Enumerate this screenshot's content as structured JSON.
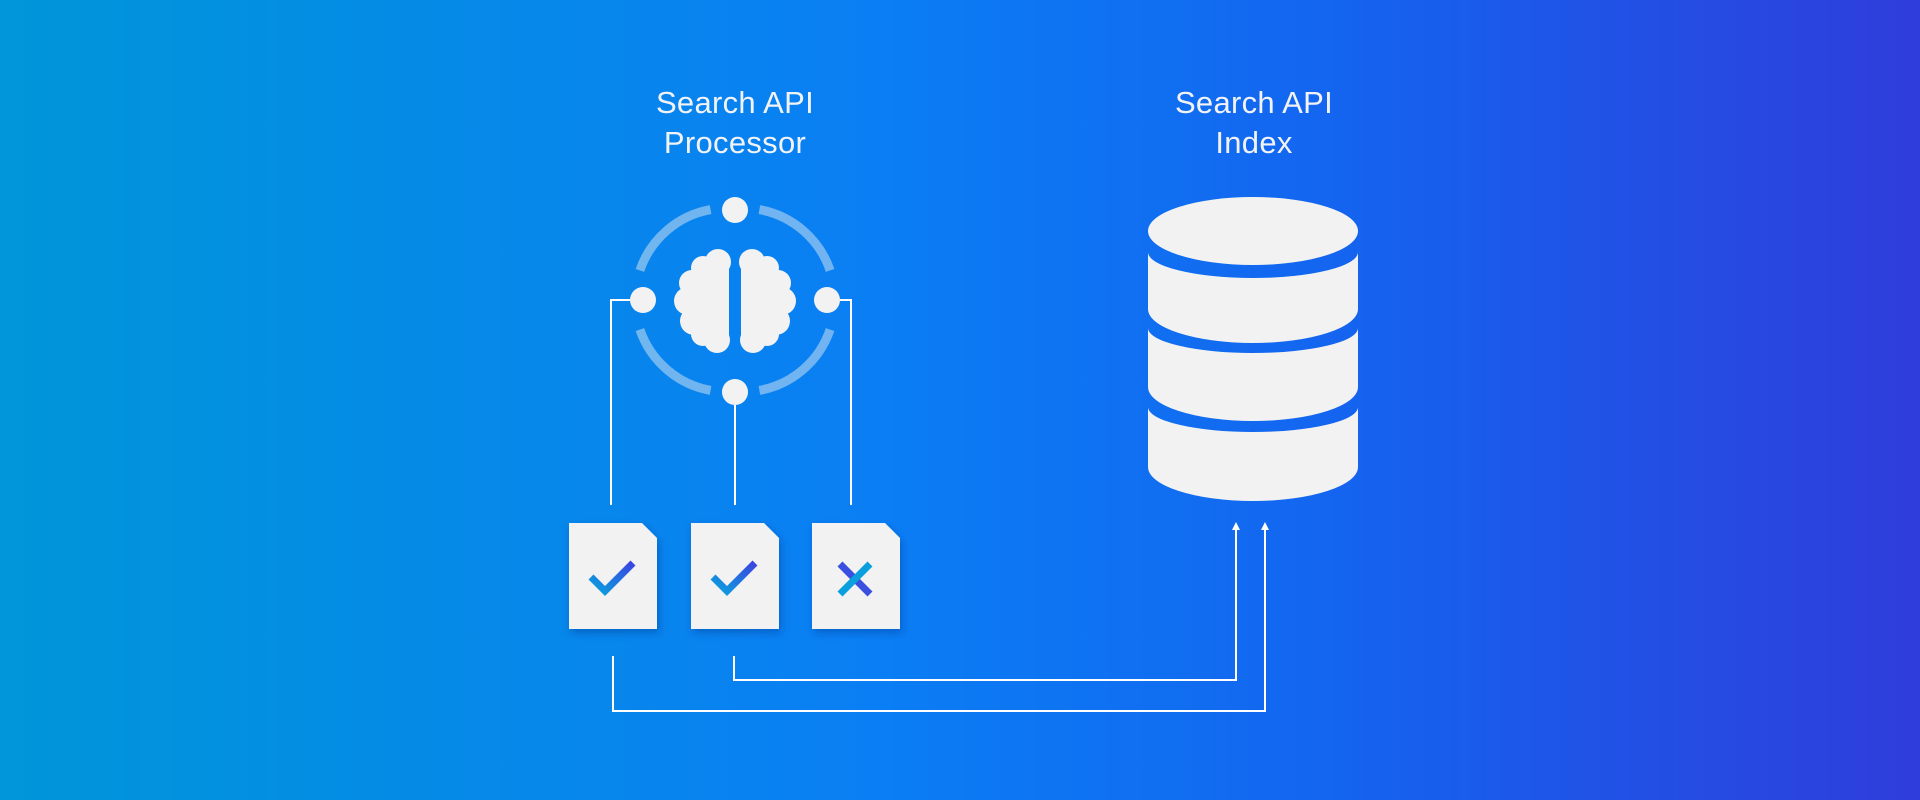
{
  "processor": {
    "title_line1": "Search API",
    "title_line2": "Processor",
    "icon": "brain-icon"
  },
  "index": {
    "title_line1": "Search API",
    "title_line2": "Index",
    "icon": "database-icon"
  },
  "documents": [
    {
      "status": "accepted",
      "icon": "check-icon"
    },
    {
      "status": "accepted",
      "icon": "check-icon"
    },
    {
      "status": "rejected",
      "icon": "x-icon"
    }
  ],
  "colors": {
    "background_start": "#0096d9",
    "background_mid": "#0a7ff4",
    "background_end": "#2f3ddb",
    "shape_fill": "#f2f2f2",
    "connector": "#ffffff"
  }
}
